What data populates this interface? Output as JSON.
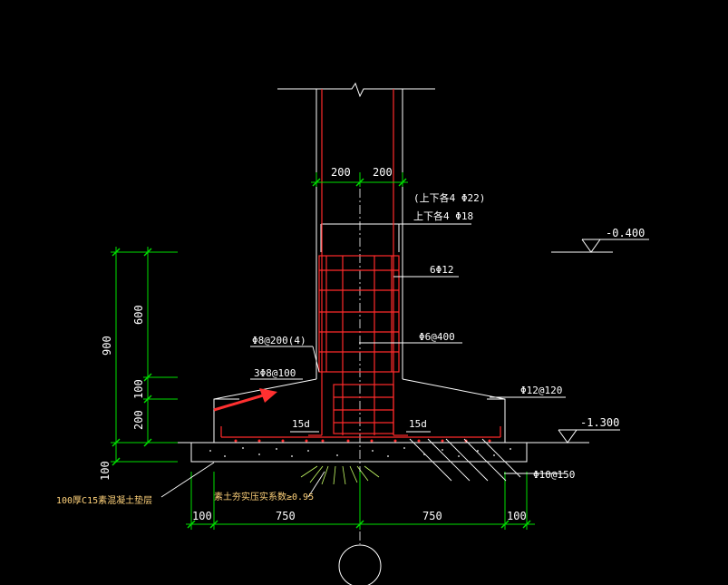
{
  "drawing": {
    "colors": {
      "background": "#000000",
      "outline": "#ffffff",
      "rebar": "#ff2a2a",
      "dimension": "#00e000",
      "text": "#ffffff",
      "note": "#ffd27a",
      "leader": "#ffffff",
      "arrow": "#ff3030",
      "centerline": "#ffffff"
    },
    "dimensions": {
      "column_left_width": "200",
      "column_right_width": "200",
      "total_height": "900",
      "zone_upper": "600",
      "zone_middle": "100",
      "zone_lower": "200",
      "bed_thickness": "100",
      "base_left_margin": "100",
      "base_left": "750",
      "base_right": "750",
      "base_right_margin": "100"
    },
    "labels": {
      "top_bottom_22": "(上下各4 Φ22)",
      "top_bottom_18": "上下各4 Φ18",
      "column_bars": "6Φ12",
      "stirrup_left": "Φ8@200(4)",
      "stirrup_right": "Φ6@400",
      "hoops": "3Φ8@100",
      "bottom_mesh": "Φ12@120",
      "anchor_left": "15d",
      "anchor_right": "15d",
      "base_bars": "Φ10@150",
      "elev_top": "-0.400",
      "elev_bottom": "-1.300"
    },
    "notes": {
      "bedding": "100厚C15素混凝土垫层",
      "soil": "素土夯实压实系数≥0.95"
    }
  }
}
